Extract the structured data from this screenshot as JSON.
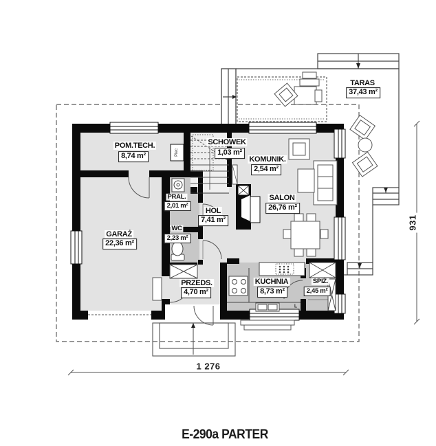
{
  "title": "E-290a PARTER",
  "rooms": [
    {
      "name": "TARAS",
      "area": "37,43 m²"
    },
    {
      "name": "POM.TECH.",
      "area": "8,74 m²"
    },
    {
      "name": "SCHOWEK",
      "area": "1,03 m²"
    },
    {
      "name": "KOMUNIK.",
      "area": "2,54 m²"
    },
    {
      "name": "SALON",
      "area": "26,76 m²"
    },
    {
      "name": "HOL",
      "area": "7,41 m²"
    },
    {
      "name": "PRAL.",
      "area": "2,01 m²"
    },
    {
      "name": "WC",
      "area": "2,23 m²"
    },
    {
      "name": "GARAŻ",
      "area": "22,36 m²"
    },
    {
      "name": "PRZEDS.",
      "area": "4,70 m²"
    },
    {
      "name": "KUCHNIA",
      "area": "8,73 m²"
    },
    {
      "name": "SPIŻ.",
      "area": "2,45 m²"
    }
  ],
  "dimensions": {
    "width": "1 276",
    "height": "931"
  },
  "annotations": {
    "furnace": "Piec",
    "fridge": "L"
  },
  "colors": {
    "wall": "#0b0b0b",
    "floor_light": "#e3e3e3",
    "floor_dark": "#c7c7c7",
    "line": "#444"
  }
}
